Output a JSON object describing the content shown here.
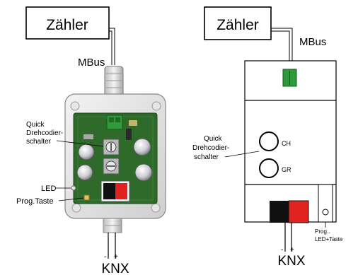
{
  "left_device": {
    "meter_label": "Zähler",
    "bus_label": "MBus",
    "rotary_label_line1": "Quick",
    "rotary_label_line2": "Drehcodier-",
    "rotary_label_line3": "schalter",
    "led_label": "LED",
    "prog_button_label": "Prog.Taste",
    "minus_label": "-",
    "plus_label": "+",
    "knx_label": "KNX"
  },
  "right_device": {
    "meter_label": "Zähler",
    "bus_label": "MBus",
    "rotary_label_line1": "Quick",
    "rotary_label_line2": "Drehcodier-",
    "rotary_label_line3": "schalter",
    "ch_label": "CH",
    "gr_label": "GR",
    "prog_label_line1": "Prog..",
    "prog_label_line2": "LED+Taste",
    "minus_label": "-",
    "plus_label": "+",
    "knx_label": "KNX"
  },
  "colors": {
    "pcb_green": "#2e6b2a",
    "terminal_green": "#2f9a3a",
    "knx_red": "#e0231f",
    "knx_black": "#111111",
    "enclosure_grey": "#d9d9d9"
  }
}
